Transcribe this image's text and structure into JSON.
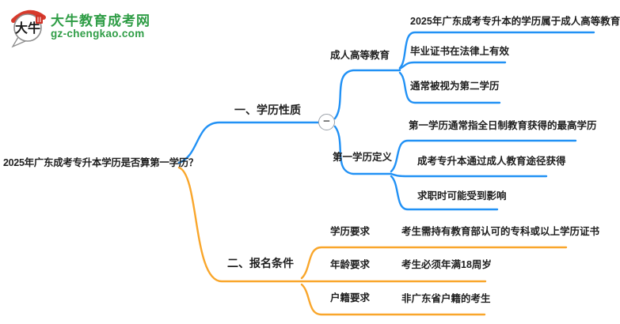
{
  "brand": {
    "title": "大牛教育成考网",
    "domain": "gz-chengkao.com",
    "logo_text": "大牛",
    "color": "#2f9d46",
    "seal_color": "#cf3126",
    "cap_color": "#d63a2c"
  },
  "colors": {
    "branch1_blue": "#2191f5",
    "branch2_orange": "#f9a62b",
    "topic_text": "#1f1f1f"
  },
  "mindmap": {
    "root": "2025年广东成考专升本学历是否算第一学历？",
    "collapse_button": "−",
    "branches": [
      {
        "label": "一、学历性质",
        "children": [
          {
            "label": "成人高等教育",
            "children": [
              "2025年广东成考专升本的学历属于成人高等教育",
              "毕业证书在法律上有效",
              "通常被视为第二学历"
            ]
          },
          {
            "label": "第一学历定义",
            "children": [
              "第一学历通常指全日制教育获得的最高学历",
              "成考专升本通过成人教育途径获得",
              "求职时可能受到影响"
            ]
          }
        ]
      },
      {
        "label": "二、报名条件",
        "children": [
          {
            "label": "学历要求",
            "children": [
              "考生需持有教育部认可的专科或以上学历证书"
            ]
          },
          {
            "label": "年龄要求",
            "children": [
              "考生必须年满18周岁"
            ]
          },
          {
            "label": "户籍要求",
            "children": [
              "非广东省户籍的考生"
            ]
          }
        ]
      }
    ]
  }
}
